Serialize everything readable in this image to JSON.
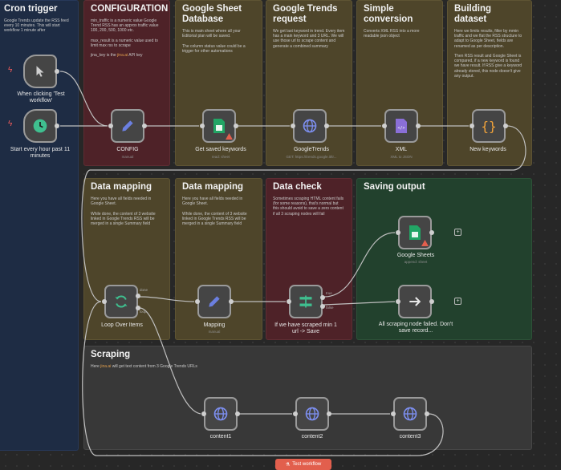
{
  "stickies": {
    "cron": {
      "title": "Cron trigger",
      "body": "Google Trends update the RSS feed every 10 minutes. This will start workflow 1 minute after"
    },
    "config": {
      "title": "CONFIGURATION",
      "body": "min_traffic is a numeric value Google Trend RSS has an approx traffic value 100, 200, 500, 1000 etc.\n\nmax_result is a numeric value used to limit max rss to scrape\n\njina_key is the ",
      "link": "jina.ai",
      "body_tail": " API key"
    },
    "gsheet": {
      "title": "Google Sheet Database",
      "body": "This is main sheet where all your Editorial plan will be saved.\n\nThe column status value could be a trigger for other automations"
    },
    "gtrends": {
      "title": "Google Trends request",
      "body": "We get last keyword in trend. Every item has a main keyword and 3 URL. We will use those url to scrape content and generate a combined summary"
    },
    "simple": {
      "title": "Simple conversion",
      "body": "Converts XML RSS into a more readable json object"
    },
    "building": {
      "title": "Building dataset",
      "body": "Here we limits results, filter by mmin traffic and we flat the RSS structure to adapt to Google Sheet, fields are renamed as per description.\n\nThen RSS result and Google Sheet is compared, if a new keyword is found we have result. If RSS give a keyword already stored, this node doesn't give any output."
    },
    "mapping1": {
      "title": "Data mapping",
      "body": "Here you have all fields needed in Google Sheet.\n\nWhile done, the content of 3 website linked in Google Trends RSS will be merged in a single Summary field"
    },
    "mapping2": {
      "title": "Data mapping",
      "body": "Here you have all fields needed in Google Sheet.\n\nWhile done, the content of 3 website linked in Google Trends RSS will be merged in a single Summary field"
    },
    "check": {
      "title": "Data check",
      "body": "Sometimes scraping HTML content fails (for some reasons), that's normal but this should avoid to save a zero content if all 3 scraping nodes will fail"
    },
    "saving": {
      "title": "Saving output",
      "body": ""
    },
    "scraping": {
      "title": "Scraping",
      "body_pre": "Here ",
      "link": "jina.ai",
      "body_tail": " will get text content from 3 Google Trends URLs"
    }
  },
  "nodes": {
    "manual": {
      "label": "When clicking 'Test workflow'",
      "icon": "cursor-icon"
    },
    "schedule": {
      "label": "Start every hour past 11 minutes",
      "icon": "clock-icon"
    },
    "config": {
      "label": "CONFIG",
      "sub": "manual",
      "icon": "pencil-icon"
    },
    "getsaved": {
      "label": "Get saved keywords",
      "sub": "read: sheet",
      "icon": "sheets-icon"
    },
    "gtrends": {
      "label": "GoogleTrends",
      "sub": "GET: https://trends.google.it/tr...",
      "icon": "globe-icon"
    },
    "xml": {
      "label": "XML",
      "sub": "XML to JSON",
      "icon": "xml-icon"
    },
    "newkw": {
      "label": "New keywords",
      "icon": "code-braces-icon"
    },
    "loop": {
      "label": "Loop Over Items",
      "icon": "loop-icon"
    },
    "mapping": {
      "label": "Mapping",
      "sub": "manual",
      "icon": "pencil-icon"
    },
    "check": {
      "label": "If we have scraped min 1 url -> Save",
      "icon": "if-icon"
    },
    "sheets": {
      "label": "Google Sheets",
      "sub": "append: sheet",
      "icon": "sheets-icon"
    },
    "failed": {
      "label": "All scraping node failed. Don't save record...",
      "icon": "arrow-right-icon"
    },
    "content1": {
      "label": "content1",
      "icon": "globe-icon"
    },
    "content2": {
      "label": "content2",
      "icon": "globe-icon"
    },
    "content3": {
      "label": "content3",
      "icon": "globe-icon"
    }
  },
  "branch": {
    "true": "true",
    "false": "false",
    "done": "done",
    "loop": "loop"
  },
  "toolbar": {
    "test_label": "Test workflow"
  },
  "colors": {
    "accent": "#e25f4d",
    "node_border": "#9a9a9a",
    "wire": "#bfbfbf"
  }
}
